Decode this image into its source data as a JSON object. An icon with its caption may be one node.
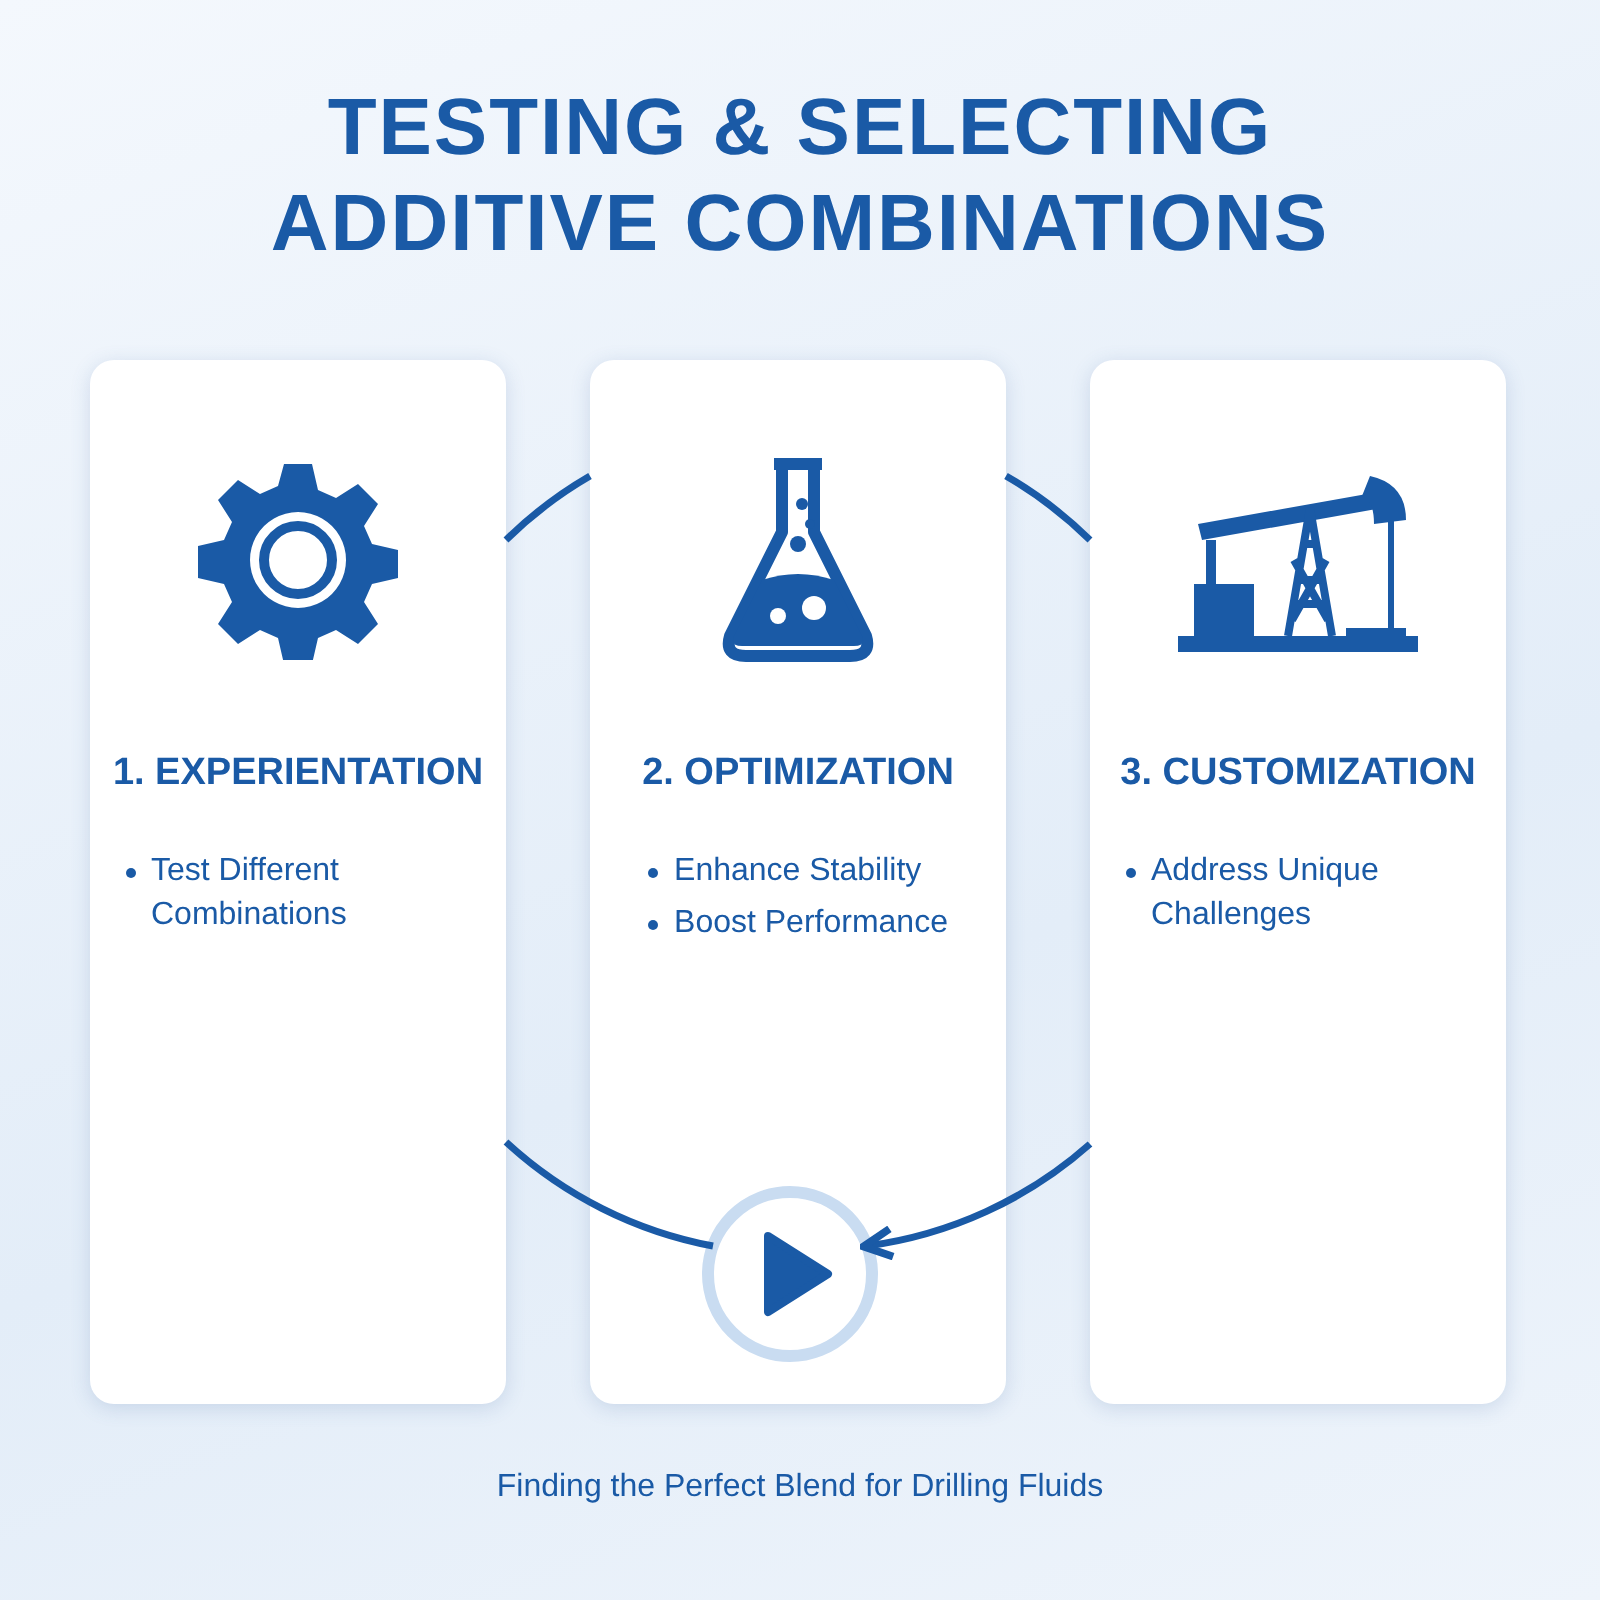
{
  "diagram": {
    "title": "TESTING & SELECTING ADDITIVE COMBINATIONS",
    "caption": "Finding the Perfect Blend for Drilling Fluids",
    "nodes": [
      {
        "text": [
          "1. EXPERIENTATION",
          "Test Different Combinations"
        ]
      },
      {
        "text": [
          "2. OPTIMIZATION",
          "Enhance Stability",
          "Boost Performance"
        ]
      },
      {
        "text": [
          "3. CUSTOMIZATION",
          "Address Unique Challenges"
        ]
      },
      {
        "text": [],
        "shape": "circle",
        "in": 1
      }
    ],
    "edges": [
      {
        "from": 0,
        "to": 1,
        "arrow": "none"
      },
      {
        "from": 1,
        "to": 2,
        "arrow": "none"
      },
      {
        "from": 2,
        "to": 3,
        "arrow": "to"
      },
      {
        "from": 0,
        "to": 3,
        "arrow": "none"
      }
    ]
  }
}
